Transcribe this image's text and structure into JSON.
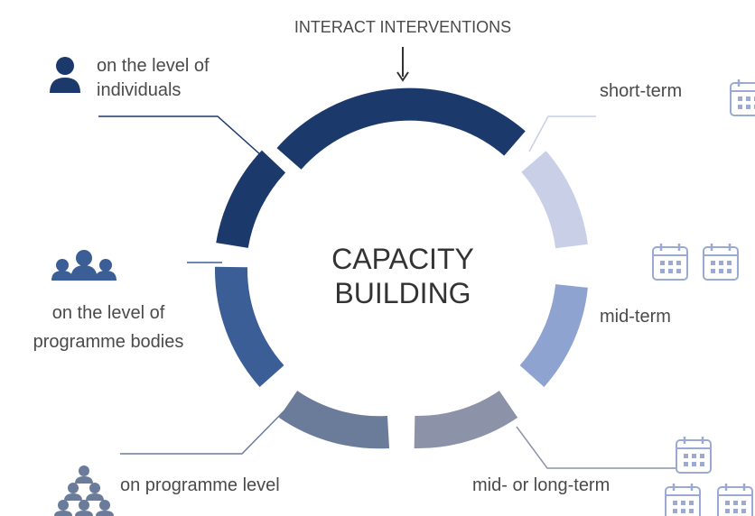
{
  "center": {
    "line1": "CAPACITY",
    "line2": "BUILDING"
  },
  "top_label": "INTERACT INTERVENTIONS",
  "left_items": [
    {
      "line1": "on the level of",
      "line2": "individuals",
      "icon": "person-icon"
    },
    {
      "line1": "on the level of",
      "line2": "programme bodies",
      "icon": "group-icon"
    },
    {
      "line1": "on programme level",
      "line2": "",
      "icon": "crowd-icon"
    }
  ],
  "right_items": [
    {
      "label": "short-term",
      "icon": "calendar-icon",
      "calendars": 1
    },
    {
      "label": "mid-term",
      "icon": "calendar-icon",
      "calendars": 2
    },
    {
      "label": "mid- or long-term",
      "icon": "calendar-icon",
      "calendars": 3
    }
  ],
  "colors": {
    "navy": "#1b3a6b",
    "blue_mid": "#3c5e96",
    "slate": "#6b7b9a",
    "grey_slate": "#8c93a8",
    "lavender": "#c8cfe6",
    "periwinkle": "#8ea3cf",
    "connector": "#1b3a6b",
    "connector_light": "#9aa3b8",
    "calendar_outline": "#9aaad3"
  }
}
